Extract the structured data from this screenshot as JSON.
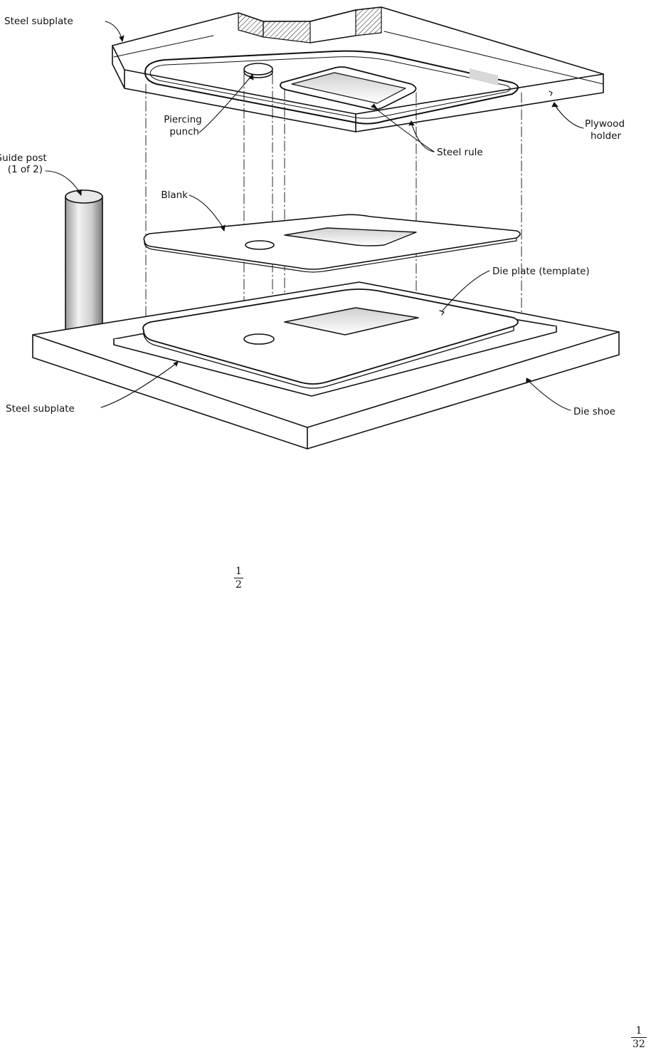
{
  "diagram": {
    "labels": {
      "steel_subplate_top": "Steel subplate",
      "piercing_punch": [
        "Piercing",
        "punch"
      ],
      "plywood_holder": [
        "Plywood",
        "holder"
      ],
      "steel_rule": "Steel rule",
      "guide_post": [
        "Guide post",
        "(1 of 2)"
      ],
      "blank": "Blank",
      "die_plate": "Die plate (template)",
      "steel_subplate_bottom": "Steel subplate",
      "die_shoe": "Die shoe"
    }
  },
  "fractions": {
    "half": {
      "numerator": "1",
      "denominator": "2"
    },
    "thirty_second": {
      "numerator": "1",
      "denominator": "32"
    }
  }
}
